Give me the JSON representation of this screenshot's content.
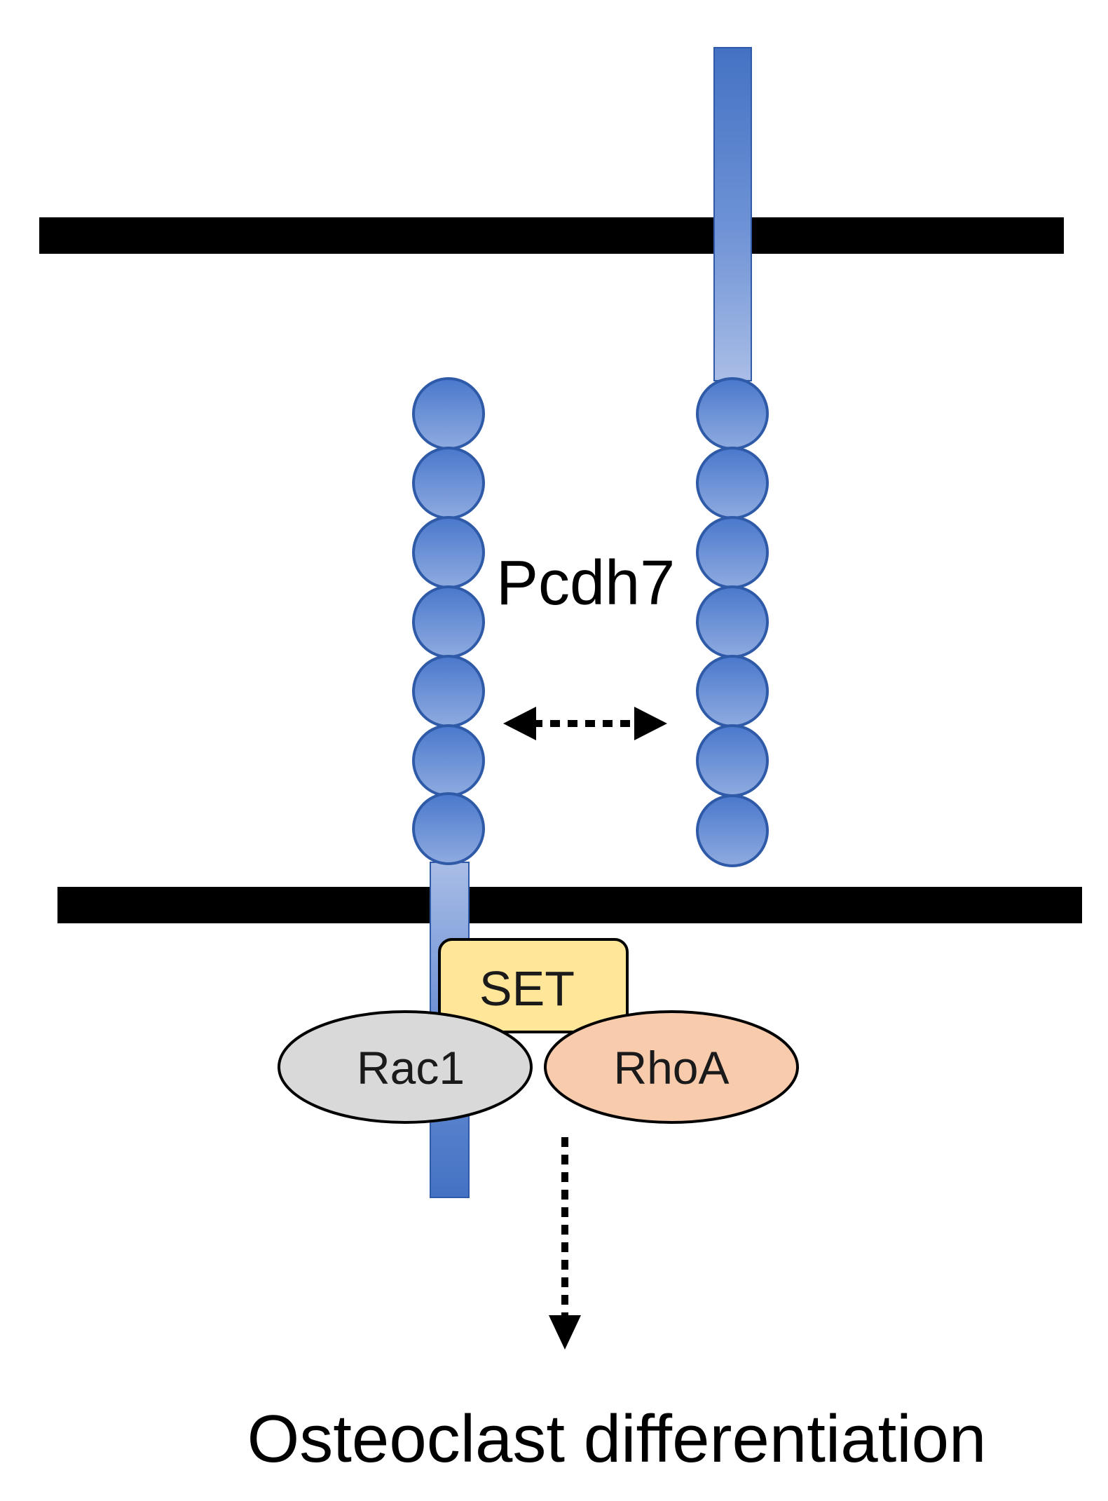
{
  "labels": {
    "protein": "Pcdh7",
    "set": "SET",
    "rac1": "Rac1",
    "rhoa": "RhoA",
    "outcome": "Osteoclast differentiation"
  },
  "colors": {
    "membrane": "#000000",
    "pcdh7_fill": "#4472c4",
    "pcdh7_light": "#a9bde6",
    "pcdh7_stroke": "#2f5aa8",
    "set_fill": "#ffe699",
    "rac1_fill": "#d9d9d9",
    "rhoa_fill": "#f8cbad",
    "arrow": "#000000"
  }
}
